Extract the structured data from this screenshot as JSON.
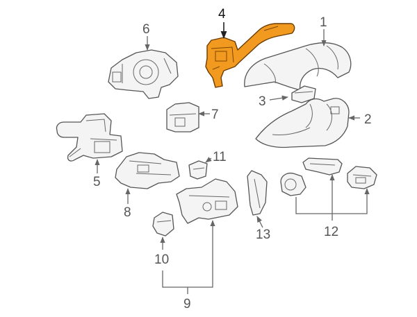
{
  "diagram": {
    "highlight_color": "#f29a1f",
    "highlighted_callout": "4",
    "callouts": [
      {
        "id": "1",
        "label": "1"
      },
      {
        "id": "2",
        "label": "2"
      },
      {
        "id": "3",
        "label": "3"
      },
      {
        "id": "4",
        "label": "4"
      },
      {
        "id": "5",
        "label": "5"
      },
      {
        "id": "6",
        "label": "6"
      },
      {
        "id": "7",
        "label": "7"
      },
      {
        "id": "8",
        "label": "8"
      },
      {
        "id": "9",
        "label": "9"
      },
      {
        "id": "10",
        "label": "10"
      },
      {
        "id": "11",
        "label": "11"
      },
      {
        "id": "12",
        "label": "12"
      },
      {
        "id": "13",
        "label": "13"
      }
    ]
  }
}
